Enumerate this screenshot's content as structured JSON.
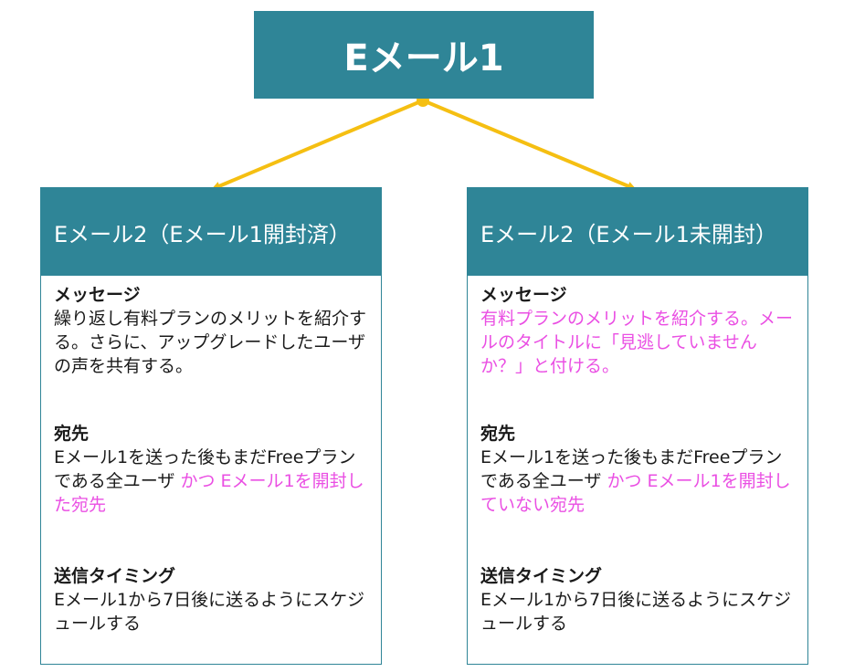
{
  "root": {
    "title": "Eメール1"
  },
  "colors": {
    "header_bg": "#2f8597",
    "header_text": "#ffffff",
    "connector": "#f5bf12",
    "highlight": "#ea4fe3"
  },
  "cards": [
    {
      "title": "Eメール2（Eメール1開封済）",
      "message": {
        "label": "メッセージ",
        "text": "繰り返し有料プランのメリットを紹介する。さらに、アップグレードしたユーザの声を共有する。",
        "highlight": ""
      },
      "recipient": {
        "label": "宛先",
        "text": "Eメール1を送った後もまだFreeプランである全ユーザ ",
        "highlight": "かつ Eメール1を開封した宛先"
      },
      "timing": {
        "label": "送信タイミング",
        "text": "Eメール1から7日後に送るようにスケジュールする"
      }
    },
    {
      "title": "Eメール2（Eメール1未開封）",
      "message": {
        "label": "メッセージ",
        "text": "",
        "highlight": "有料プランのメリットを紹介する。メールのタイトルに「見逃していませんか？」と付ける。"
      },
      "recipient": {
        "label": "宛先",
        "text": "Eメール1を送った後もまだFreeプランである全ユーザ ",
        "highlight": "かつ Eメール1を開封していない宛先"
      },
      "timing": {
        "label": "送信タイミング",
        "text": "Eメール1から7日後に送るようにスケジュールする"
      }
    }
  ]
}
